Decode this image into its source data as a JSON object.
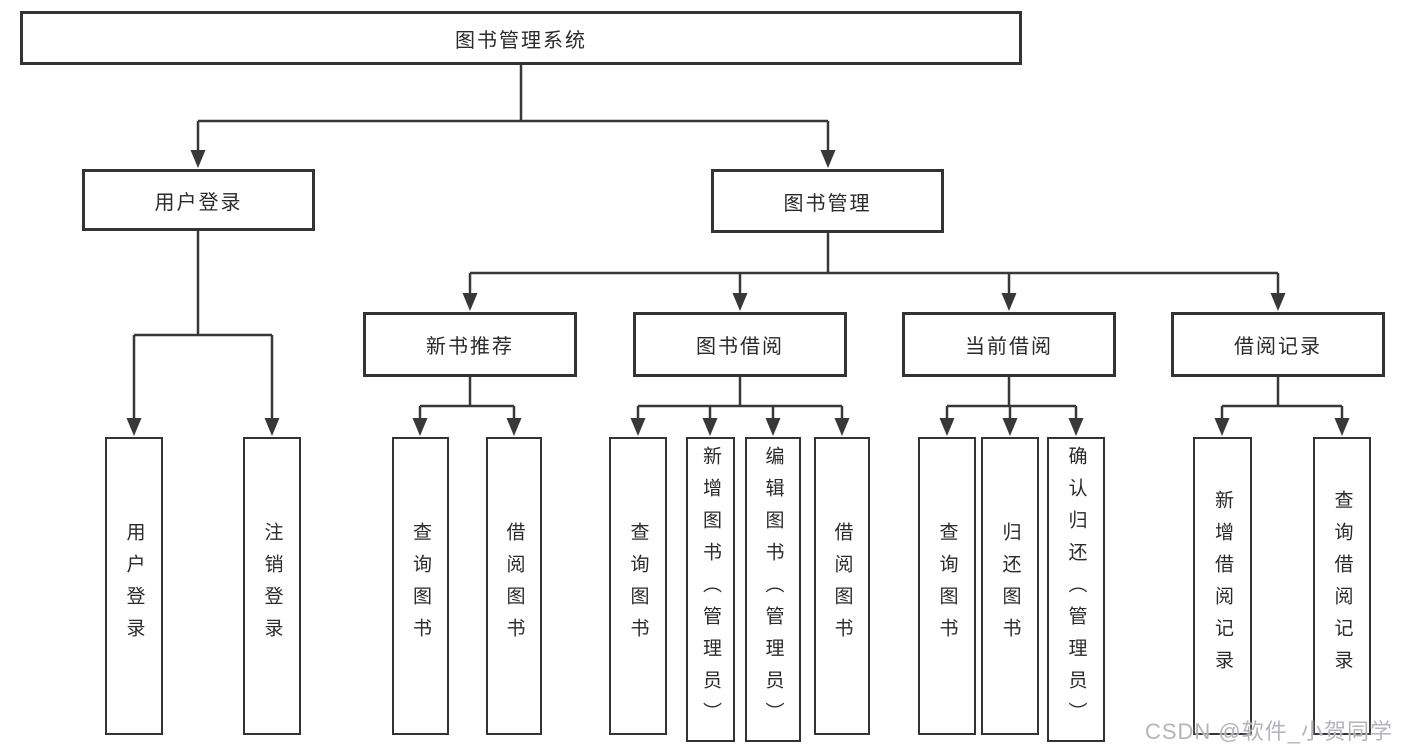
{
  "diagram": {
    "tree": {
      "label": "图书管理系统",
      "children": [
        {
          "label": "用户登录",
          "children": [
            {
              "label": "用户登录"
            },
            {
              "label": "注销登录"
            }
          ]
        },
        {
          "label": "图书管理",
          "children": [
            {
              "label": "新书推荐",
              "children": [
                {
                  "label": "查询图书"
                },
                {
                  "label": "借阅图书"
                }
              ]
            },
            {
              "label": "图书借阅",
              "children": [
                {
                  "label": "查询图书"
                },
                {
                  "label": "新增图书（管理员）"
                },
                {
                  "label": "编辑图书（管理员）"
                },
                {
                  "label": "借阅图书"
                }
              ]
            },
            {
              "label": "当前借阅",
              "children": [
                {
                  "label": "查询图书"
                },
                {
                  "label": "归还图书"
                },
                {
                  "label": "确认归还（管理员）"
                }
              ]
            },
            {
              "label": "借阅记录",
              "children": [
                {
                  "label": "新增借阅记录"
                },
                {
                  "label": "查询借阅记录"
                }
              ]
            }
          ]
        }
      ]
    },
    "colors": {
      "border": "#333333",
      "line": "#383838",
      "text": "#2a2a2a",
      "watermark": "#b4b4bc",
      "background": "#ffffff"
    }
  },
  "watermark": "CSDN @软件_小贺同学"
}
